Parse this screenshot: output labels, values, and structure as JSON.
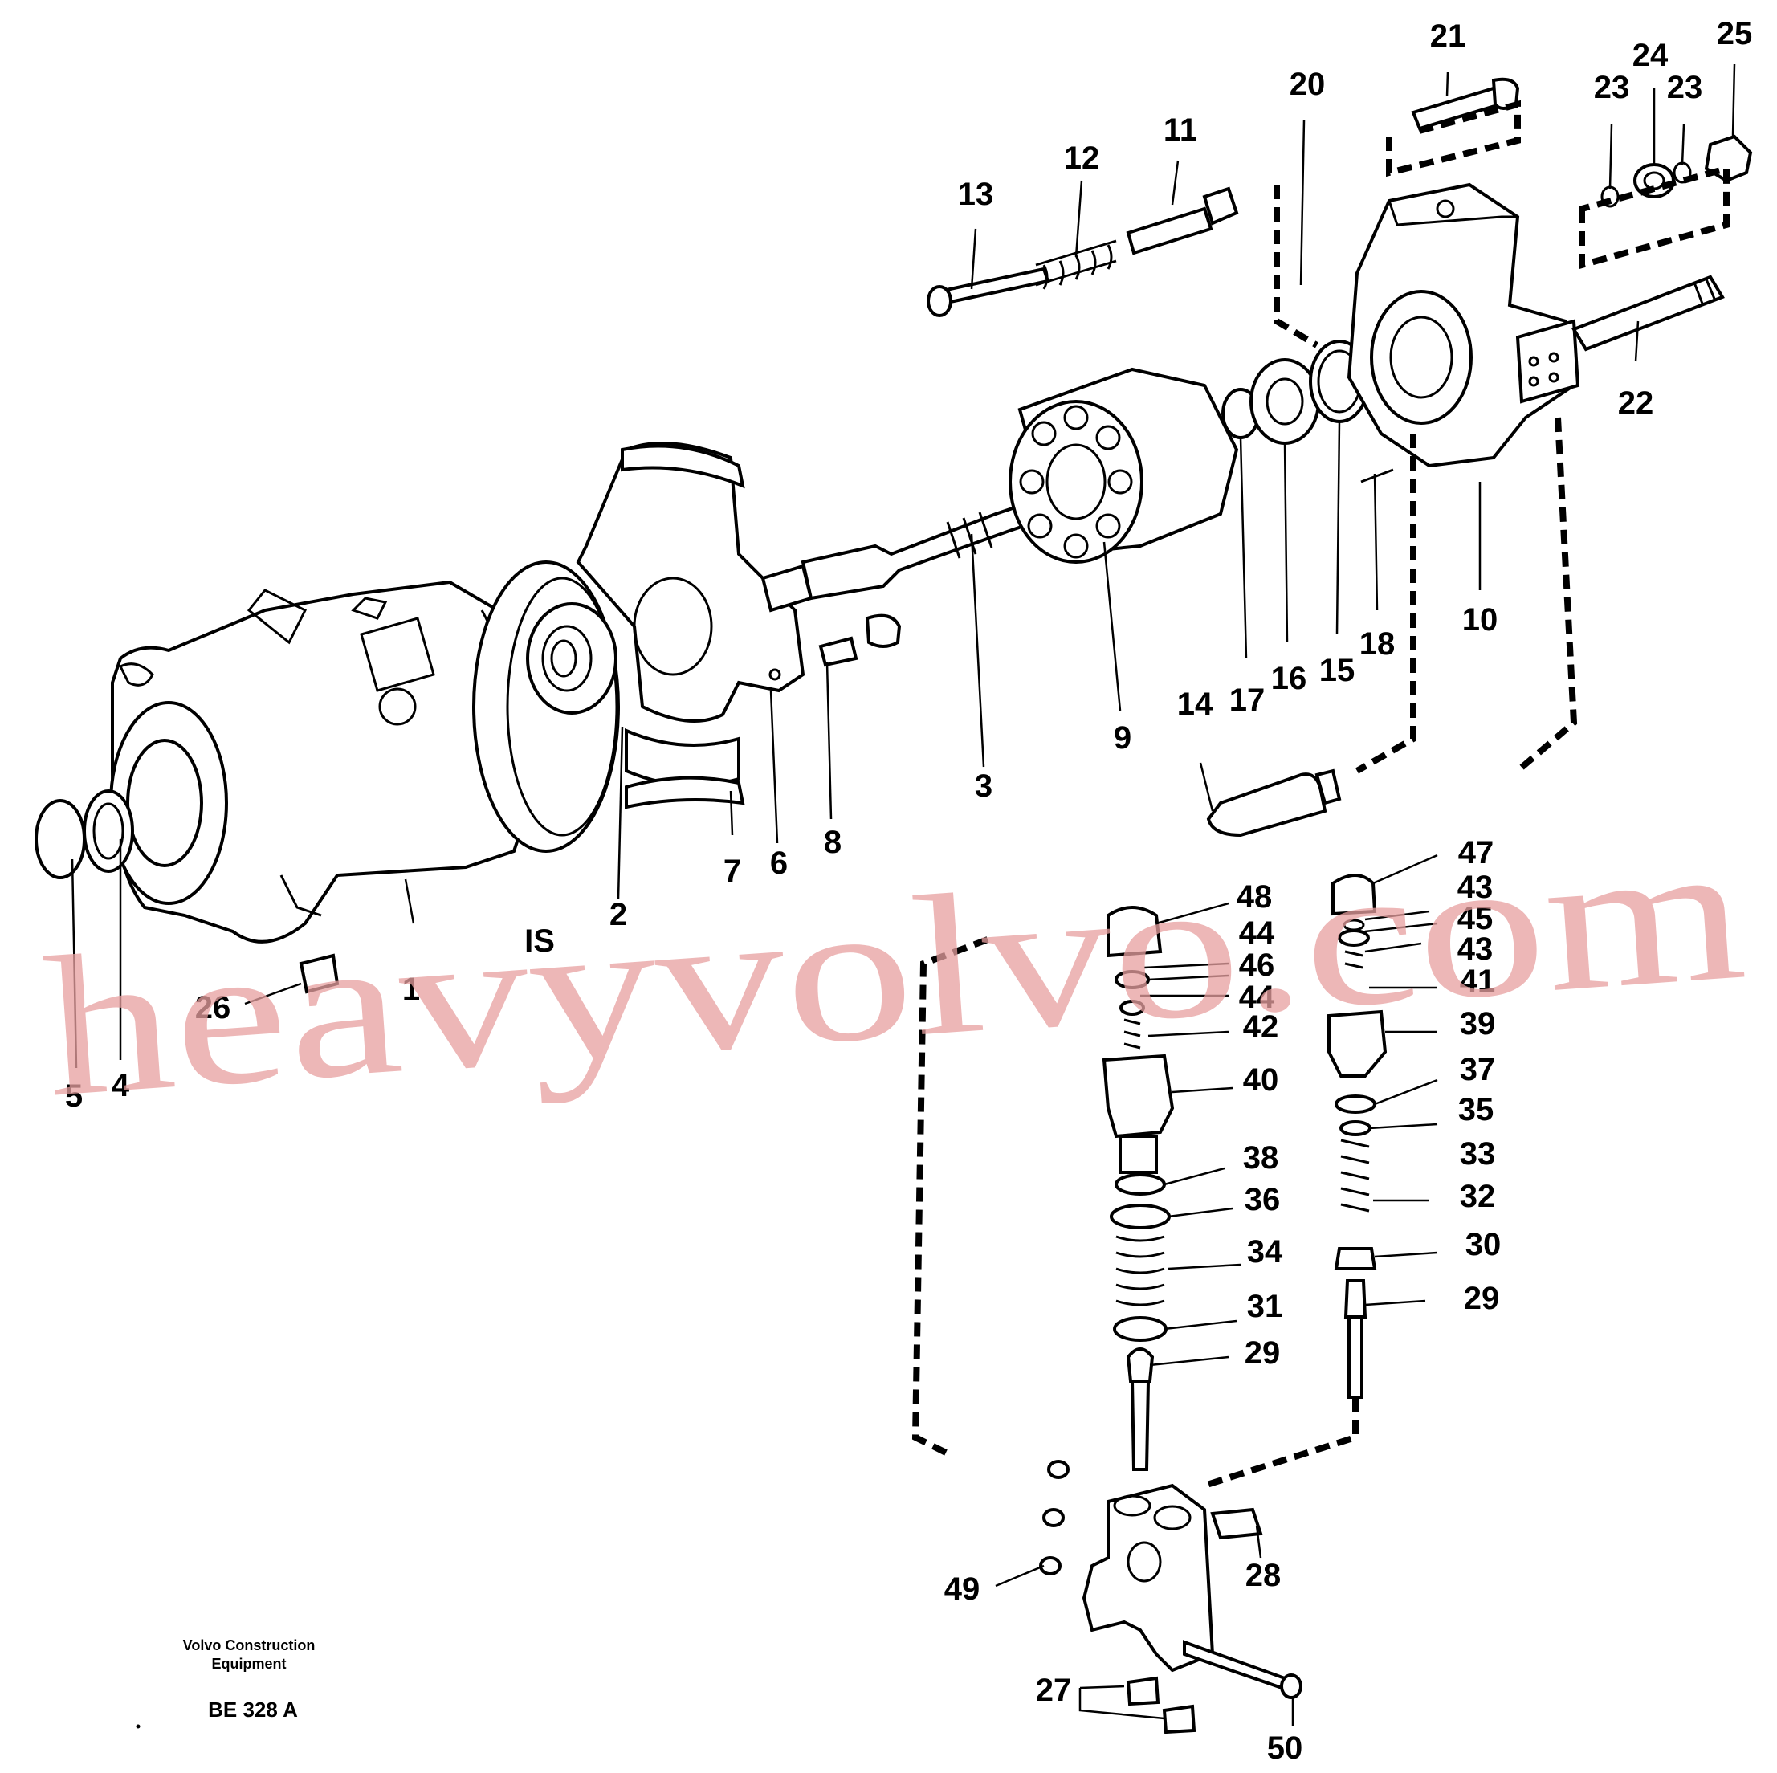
{
  "diagram": {
    "callouts": [
      {
        "label": "1"
      },
      {
        "label": "2"
      },
      {
        "label": "3"
      },
      {
        "label": "4"
      },
      {
        "label": "5"
      },
      {
        "label": "6"
      },
      {
        "label": "7"
      },
      {
        "label": "8"
      },
      {
        "label": "9"
      },
      {
        "label": "10"
      },
      {
        "label": "11"
      },
      {
        "label": "12"
      },
      {
        "label": "13"
      },
      {
        "label": "14"
      },
      {
        "label": "15"
      },
      {
        "label": "16"
      },
      {
        "label": "17"
      },
      {
        "label": "18"
      },
      {
        "label": "20"
      },
      {
        "label": "21"
      },
      {
        "label": "22"
      },
      {
        "label": "23"
      },
      {
        "label": "23"
      },
      {
        "label": "24"
      },
      {
        "label": "25"
      },
      {
        "label": "26"
      },
      {
        "label": "27"
      },
      {
        "label": "28"
      },
      {
        "label": "29"
      },
      {
        "label": "29"
      },
      {
        "label": "30"
      },
      {
        "label": "31"
      },
      {
        "label": "32"
      },
      {
        "label": "33"
      },
      {
        "label": "34"
      },
      {
        "label": "35"
      },
      {
        "label": "36"
      },
      {
        "label": "37"
      },
      {
        "label": "38"
      },
      {
        "label": "39"
      },
      {
        "label": "40"
      },
      {
        "label": "41"
      },
      {
        "label": "42"
      },
      {
        "label": "43"
      },
      {
        "label": "43"
      },
      {
        "label": "44"
      },
      {
        "label": "44"
      },
      {
        "label": "45"
      },
      {
        "label": "46"
      },
      {
        "label": "47"
      },
      {
        "label": "48"
      },
      {
        "label": "49"
      },
      {
        "label": "50"
      },
      {
        "label": "IS"
      }
    ]
  },
  "footer": {
    "company_line1": "Volvo Construction",
    "company_line2": "Equipment",
    "drawing_code": "BE 328 A"
  },
  "watermark": {
    "text": "heavyvolvo.com",
    "color": "#e8a0a0"
  }
}
